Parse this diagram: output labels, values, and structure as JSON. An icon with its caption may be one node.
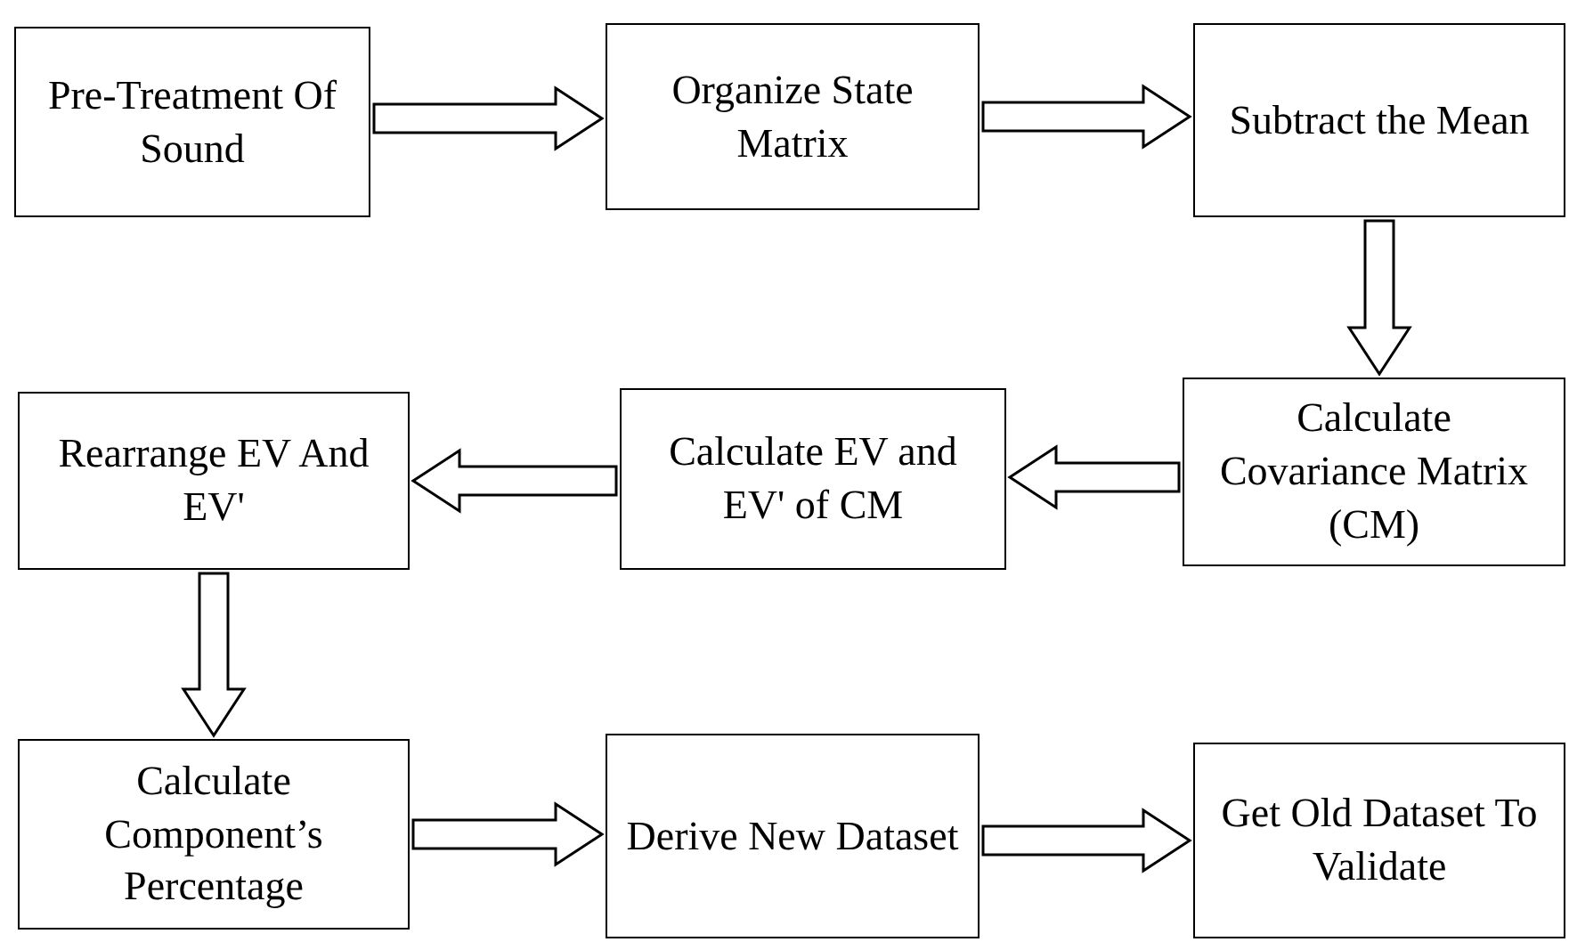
{
  "diagram": {
    "nodes": [
      {
        "text": [
          "Pre-Treatment Of Sound"
        ]
      },
      {
        "text": [
          "Organize State Matrix"
        ]
      },
      {
        "text": [
          "Subtract the Mean"
        ]
      },
      {
        "text": [
          "Calculate Covariance Matrix (CM)"
        ]
      },
      {
        "text": [
          "Calculate EV and EV' of CM"
        ]
      },
      {
        "text": [
          "Rearrange EV And EV'"
        ]
      },
      {
        "text": [
          "Calculate Component’s Percentage"
        ]
      },
      {
        "text": [
          "Derive New Dataset"
        ]
      },
      {
        "text": [
          "Get Old Dataset To Validate"
        ]
      }
    ],
    "edges": [
      {
        "from": 0,
        "to": 1,
        "arrow": "to"
      },
      {
        "from": 1,
        "to": 2,
        "arrow": "to"
      },
      {
        "from": 2,
        "to": 3,
        "arrow": "to"
      },
      {
        "from": 3,
        "to": 4,
        "arrow": "to"
      },
      {
        "from": 4,
        "to": 5,
        "arrow": "to"
      },
      {
        "from": 5,
        "to": 6,
        "arrow": "to"
      },
      {
        "from": 6,
        "to": 7,
        "arrow": "to"
      },
      {
        "from": 7,
        "to": 8,
        "arrow": "to"
      }
    ]
  }
}
